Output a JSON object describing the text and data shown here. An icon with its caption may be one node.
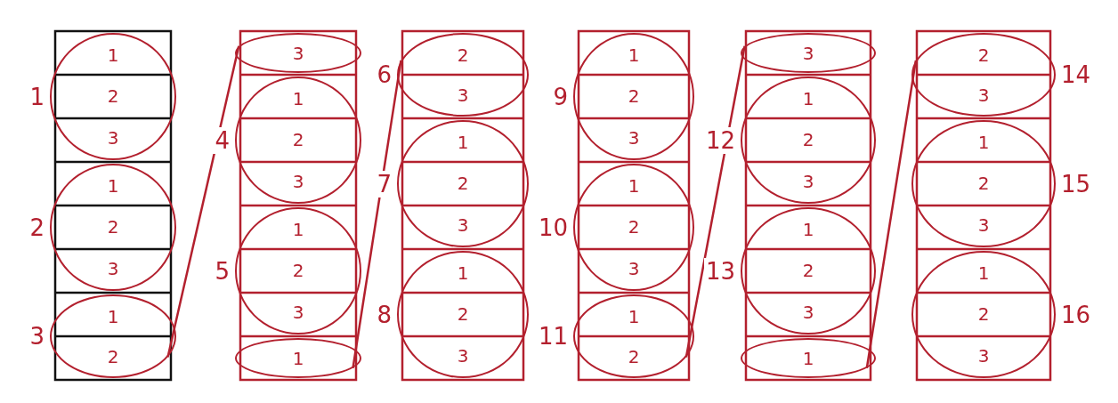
{
  "diagram": {
    "nodes": [
      {
        "text": [
          "1",
          "2",
          "3"
        ],
        "beside": [
          "1"
        ]
      },
      {
        "text": [
          "1",
          "2",
          "3"
        ],
        "beside": [
          "2"
        ]
      },
      {
        "text": [
          "1",
          "2"
        ],
        "beside": [
          "3"
        ]
      },
      {
        "text": [
          "3"
        ]
      },
      {
        "text": [
          "1",
          "2",
          "3"
        ],
        "beside": [
          "4"
        ]
      },
      {
        "text": [
          "1",
          "2",
          "3"
        ],
        "beside": [
          "5"
        ]
      },
      {
        "text": [
          "1"
        ]
      },
      {
        "text": [
          "2",
          "3"
        ],
        "beside": [
          "6"
        ]
      },
      {
        "text": [
          "1",
          "2",
          "3"
        ],
        "beside": [
          "7"
        ]
      },
      {
        "text": [
          "1",
          "2",
          "3"
        ],
        "beside": [
          "8"
        ]
      },
      {
        "text": [
          "1",
          "2",
          "3"
        ],
        "beside": [
          "9"
        ]
      },
      {
        "text": [
          "1",
          "2",
          "3"
        ],
        "beside": [
          "10"
        ]
      },
      {
        "text": [
          "1",
          "2"
        ],
        "beside": [
          "11"
        ]
      },
      {
        "text": [
          "3"
        ]
      },
      {
        "text": [
          "1",
          "2",
          "3"
        ],
        "beside": [
          "12"
        ]
      },
      {
        "text": [
          "1",
          "2",
          "3"
        ],
        "beside": [
          "13"
        ]
      },
      {
        "text": [
          "1"
        ]
      },
      {
        "text": [
          "2",
          "3"
        ],
        "beside": [
          "14"
        ]
      },
      {
        "text": [
          "1",
          "2",
          "3"
        ],
        "beside": [
          "15"
        ]
      },
      {
        "text": [
          "1",
          "2",
          "3"
        ],
        "beside": [
          "16"
        ]
      }
    ],
    "edges": [
      {
        "from": 2,
        "to": 3,
        "arrow": "none"
      },
      {
        "from": 6,
        "to": 7,
        "arrow": "none"
      },
      {
        "from": 12,
        "to": 13,
        "arrow": "none"
      },
      {
        "from": 16,
        "to": 17,
        "arrow": "none"
      }
    ]
  }
}
